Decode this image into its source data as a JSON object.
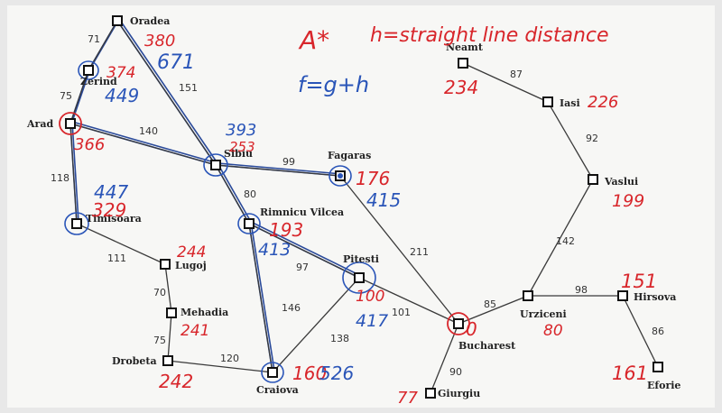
{
  "title": {
    "text": "A*"
  },
  "heuristic_note": {
    "text": "h=straight line distance"
  },
  "formula": {
    "text": "f=g+h"
  },
  "colors": {
    "edge": "#3a3a3a",
    "search_path": "#2a4a9a",
    "annotation_red": "#d8262b",
    "annotation_blue": "#2a55b8"
  },
  "cities": [
    {
      "id": "oradea",
      "name": "Oradea"
    },
    {
      "id": "zerind",
      "name": "Zerind"
    },
    {
      "id": "arad",
      "name": "Arad"
    },
    {
      "id": "sibiu",
      "name": "Sibiu"
    },
    {
      "id": "fagaras",
      "name": "Fagaras"
    },
    {
      "id": "timisoara",
      "name": "Timisoara"
    },
    {
      "id": "rimnicu",
      "name": "Rimnicu Vilcea"
    },
    {
      "id": "lugoj",
      "name": "Lugoj"
    },
    {
      "id": "mehadia",
      "name": "Mehadia"
    },
    {
      "id": "drobeta",
      "name": "Drobeta"
    },
    {
      "id": "craiova",
      "name": "Craiova"
    },
    {
      "id": "pitesti",
      "name": "Pitesti"
    },
    {
      "id": "bucharest",
      "name": "Bucharest"
    },
    {
      "id": "giurgiu",
      "name": "Giurgiu"
    },
    {
      "id": "urziceni",
      "name": "Urziceni"
    },
    {
      "id": "hirsova",
      "name": "Hirsova"
    },
    {
      "id": "eforie",
      "name": "Eforie"
    },
    {
      "id": "vaslui",
      "name": "Vaslui"
    },
    {
      "id": "iasi",
      "name": "Iasi"
    },
    {
      "id": "neamt",
      "name": "Neamt"
    }
  ],
  "roads": [
    {
      "from": "oradea",
      "to": "zerind",
      "distance": "71"
    },
    {
      "from": "oradea",
      "to": "sibiu",
      "distance": "151"
    },
    {
      "from": "zerind",
      "to": "arad",
      "distance": "75"
    },
    {
      "from": "arad",
      "to": "sibiu",
      "distance": "140"
    },
    {
      "from": "arad",
      "to": "timisoara",
      "distance": "118"
    },
    {
      "from": "sibiu",
      "to": "fagaras",
      "distance": "99"
    },
    {
      "from": "sibiu",
      "to": "rimnicu",
      "distance": "80"
    },
    {
      "from": "timisoara",
      "to": "lugoj",
      "distance": "111"
    },
    {
      "from": "lugoj",
      "to": "mehadia",
      "distance": "70"
    },
    {
      "from": "mehadia",
      "to": "drobeta",
      "distance": "75"
    },
    {
      "from": "drobeta",
      "to": "craiova",
      "distance": "120"
    },
    {
      "from": "rimnicu",
      "to": "craiova",
      "distance": "146"
    },
    {
      "from": "rimnicu",
      "to": "pitesti",
      "distance": "97"
    },
    {
      "from": "craiova",
      "to": "pitesti",
      "distance": "138"
    },
    {
      "from": "pitesti",
      "to": "bucharest",
      "distance": "101"
    },
    {
      "from": "fagaras",
      "to": "bucharest",
      "distance": "211"
    },
    {
      "from": "bucharest",
      "to": "giurgiu",
      "distance": "90"
    },
    {
      "from": "bucharest",
      "to": "urziceni",
      "distance": "85"
    },
    {
      "from": "urziceni",
      "to": "hirsova",
      "distance": "98"
    },
    {
      "from": "hirsova",
      "to": "eforie",
      "distance": "86"
    },
    {
      "from": "urziceni",
      "to": "vaslui",
      "distance": "142"
    },
    {
      "from": "vaslui",
      "to": "iasi",
      "distance": "92"
    },
    {
      "from": "iasi",
      "to": "neamt",
      "distance": "87"
    }
  ],
  "annotations_red": [
    {
      "id": "oradea-h",
      "text": "380"
    },
    {
      "id": "zerind-h",
      "text": "374"
    },
    {
      "id": "arad-h",
      "text": "366"
    },
    {
      "id": "sibiu-h",
      "text": "253"
    },
    {
      "id": "fagaras-h",
      "text": "176"
    },
    {
      "id": "timisoara-h",
      "text": "329"
    },
    {
      "id": "rimnicu-h",
      "text": "193"
    },
    {
      "id": "lugoj-h",
      "text": "244"
    },
    {
      "id": "mehadia-h",
      "text": "241"
    },
    {
      "id": "drobeta-h",
      "text": "242"
    },
    {
      "id": "craiova-h",
      "text": "160"
    },
    {
      "id": "pitesti-h",
      "text": "100"
    },
    {
      "id": "bucharest-h",
      "text": "0"
    },
    {
      "id": "giurgiu-h",
      "text": "77"
    },
    {
      "id": "urziceni-h",
      "text": "80"
    },
    {
      "id": "hirsova-h",
      "text": "151"
    },
    {
      "id": "eforie-h",
      "text": "161"
    },
    {
      "id": "vaslui-h",
      "text": "199"
    },
    {
      "id": "iasi-h",
      "text": "226"
    },
    {
      "id": "neamt-h",
      "text": "234"
    }
  ],
  "annotations_blue": [
    {
      "id": "oradea-f",
      "text": "671"
    },
    {
      "id": "zerind-f",
      "text": "449"
    },
    {
      "id": "sibiu-f",
      "text": "393"
    },
    {
      "id": "fagaras-f",
      "text": "415"
    },
    {
      "id": "timisoara-f",
      "text": "447"
    },
    {
      "id": "rimnicu-f",
      "text": "413"
    },
    {
      "id": "craiova-f",
      "text": "526"
    },
    {
      "id": "pitesti-f",
      "text": "417"
    }
  ]
}
